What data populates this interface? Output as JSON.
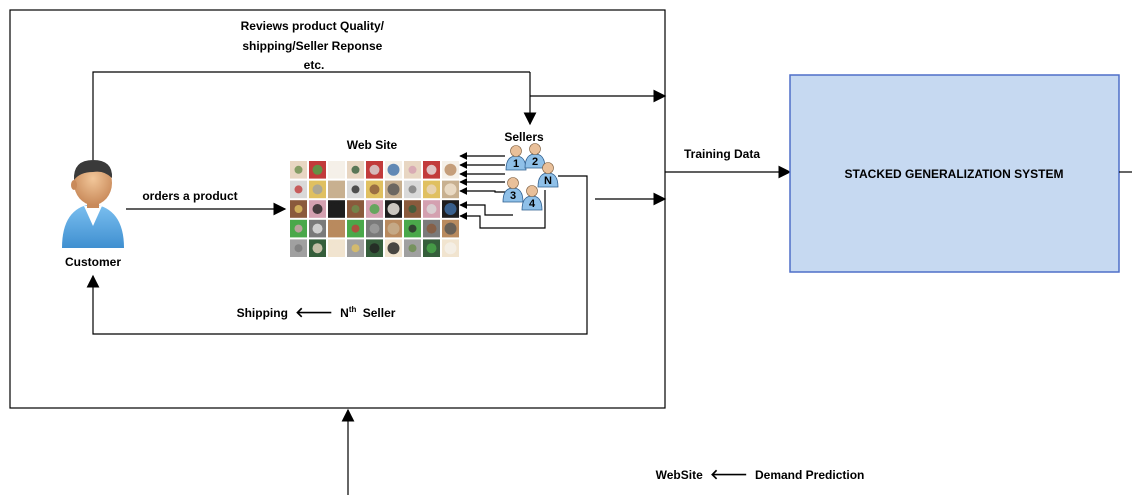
{
  "reviews_label": [
    "Reviews product Quality/",
    "shipping/Seller Reponse",
    "etc."
  ],
  "website_label": "Web Site",
  "sellers_label": "Sellers",
  "seller_numbers": [
    "1",
    "2",
    "3",
    "N",
    "4"
  ],
  "customer_label": "Customer",
  "orders_label": "orders a product",
  "shipping_label": {
    "prefix": "Shipping",
    "arrow": "🡐",
    "n": "N",
    "sup": "th",
    "suffix": "Seller"
  },
  "training_label": "Training Data",
  "system_label": "STACKED GENERALIZATION SYSTEM",
  "prediction_label": {
    "prefix": "WebSite",
    "arrow": "🡐",
    "suffix": "Demand Prediction"
  },
  "colors": {
    "system_fill": "#c6d9f1",
    "system_stroke": "#4f6fc8",
    "skin": "#e0a878",
    "shirt": "#5ba7e0",
    "hair": "#3a3a3a"
  }
}
